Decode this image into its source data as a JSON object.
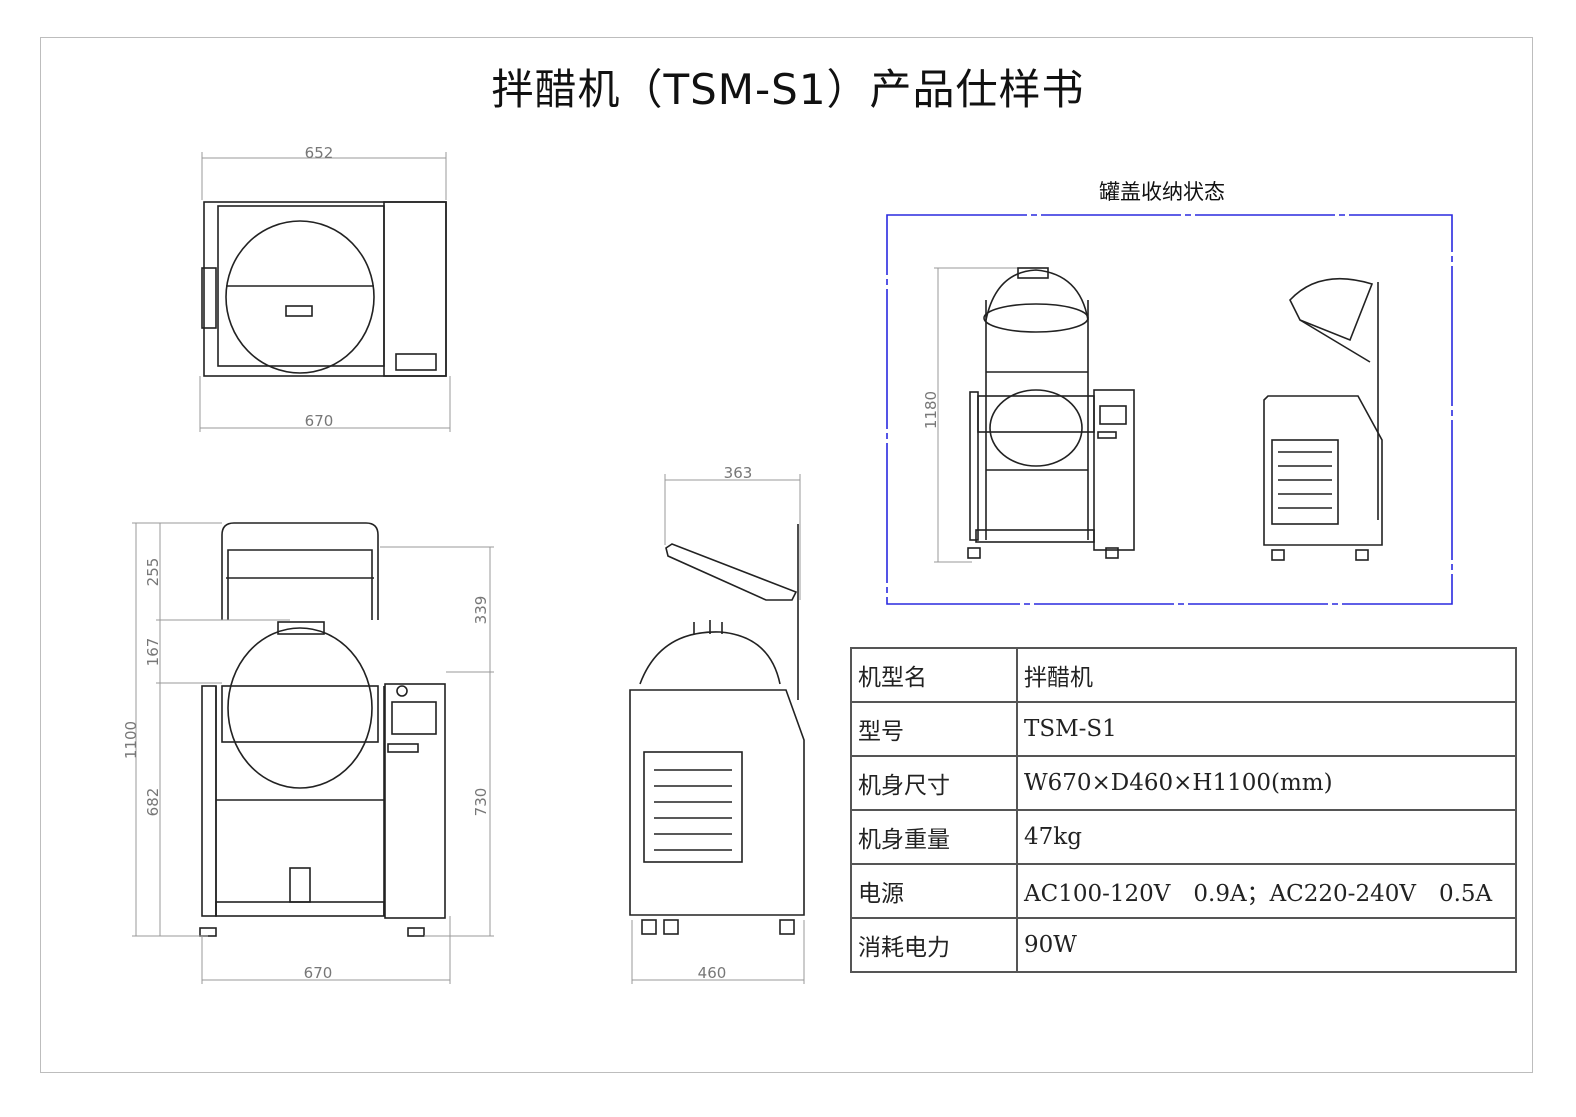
{
  "title": "拌醋机（TSM-S1）产品仕样书",
  "top_view": {
    "dim_top": "652",
    "dim_bottom": "670"
  },
  "front_view": {
    "dim_total": "1100",
    "dim_a": "255",
    "dim_b": "167",
    "dim_c": "682",
    "dim_right_top": "339",
    "dim_right_bottom": "730",
    "dim_bottom": "670"
  },
  "side_view": {
    "dim_top": "363",
    "dim_bottom": "460"
  },
  "stored_view": {
    "label": "罐盖收纳状态",
    "dim_height": "1180",
    "border_color": "#2a2adf"
  },
  "spec_table": [
    {
      "key": "机型名",
      "value": "拌醋机"
    },
    {
      "key": "型号",
      "value": "TSM-S1"
    },
    {
      "key": "机身尺寸",
      "value": "W670×D460×H1100(mm)"
    },
    {
      "key": "机身重量",
      "value": "47kg"
    },
    {
      "key": "电源",
      "value": "AC100-120V　0.9A；AC220-240V　0.5A"
    },
    {
      "key": "消耗电力",
      "value": "90W"
    }
  ]
}
